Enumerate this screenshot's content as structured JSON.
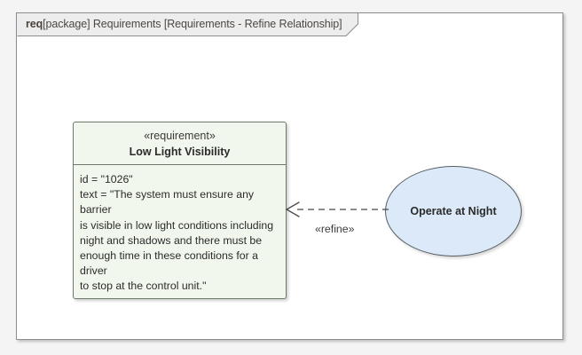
{
  "diagram": {
    "frame": {
      "kind": "req",
      "tab_label": "[package] Requirements [Requirements - Refine Relationship]",
      "full_tab_text": "req [package] Requirements [Requirements - Refine Relationship]"
    },
    "colors": {
      "page_background": "#f4f4f4",
      "frame_background": "#ffffff",
      "frame_border": "#8c8c8c",
      "tab_background": "#ededed",
      "requirement_fill": "#f1f7ec",
      "requirement_border": "#6e7a6b",
      "usecase_fill": "#dbe9f8",
      "usecase_border": "#595f66",
      "connector": "#4a4a4a",
      "text": "#2b2b2b"
    },
    "nodes": [
      {
        "id": "low-light-visibility",
        "type": "requirement",
        "stereotype": "«requirement»",
        "name": "Low Light Visibility",
        "compartment": {
          "id_label": "id = \"1026\"",
          "text_label": "text = \"The system must ensure any barrier is visible in low light conditions including night and shadows and there must be enough time in these conditions for a driver to stop at the control unit.\"",
          "body": "id = \"1026\"\ntext = \"The system must ensure any barrier\nis visible in low light conditions including\nnight and shadows and there must be\nenough time in these conditions for a driver\nto stop at the control unit.\""
        }
      },
      {
        "id": "operate-at-night",
        "type": "use-case",
        "name": "Operate at Night"
      }
    ],
    "connectors": [
      {
        "id": "refine-dependency",
        "type": "dependency",
        "stereotype": "«refine»",
        "source": "Operate at Night",
        "target": "Low Light Visibility",
        "line_style": "dashed",
        "arrowhead": "open"
      }
    ]
  }
}
